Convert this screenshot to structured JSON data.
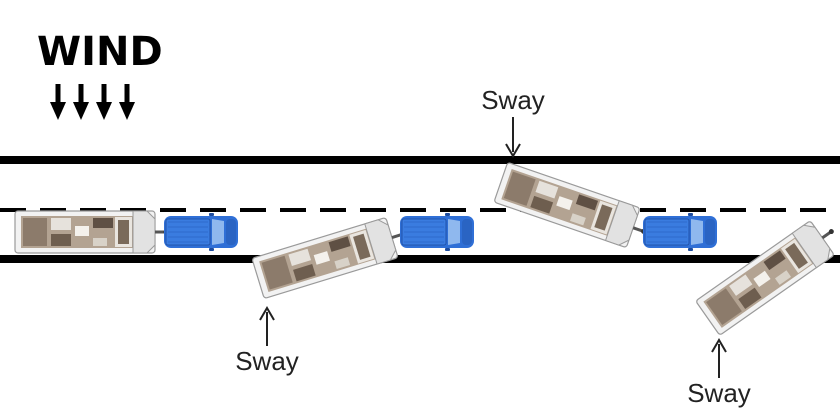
{
  "wind": {
    "label": "WIND",
    "arrow_icon": "arrow-down-icon",
    "arrow_count": 4
  },
  "sway_labels": [
    "Sway",
    "Sway",
    "Sway"
  ],
  "colors": {
    "road_line": "#000000",
    "tow_vehicle": "#2f6fd6",
    "tow_vehicle_dark": "#1d4c9e",
    "trailer_body": "#f2f2f2",
    "trailer_floor": "#a89887",
    "trailer_furniture": "#6e5e4f"
  }
}
